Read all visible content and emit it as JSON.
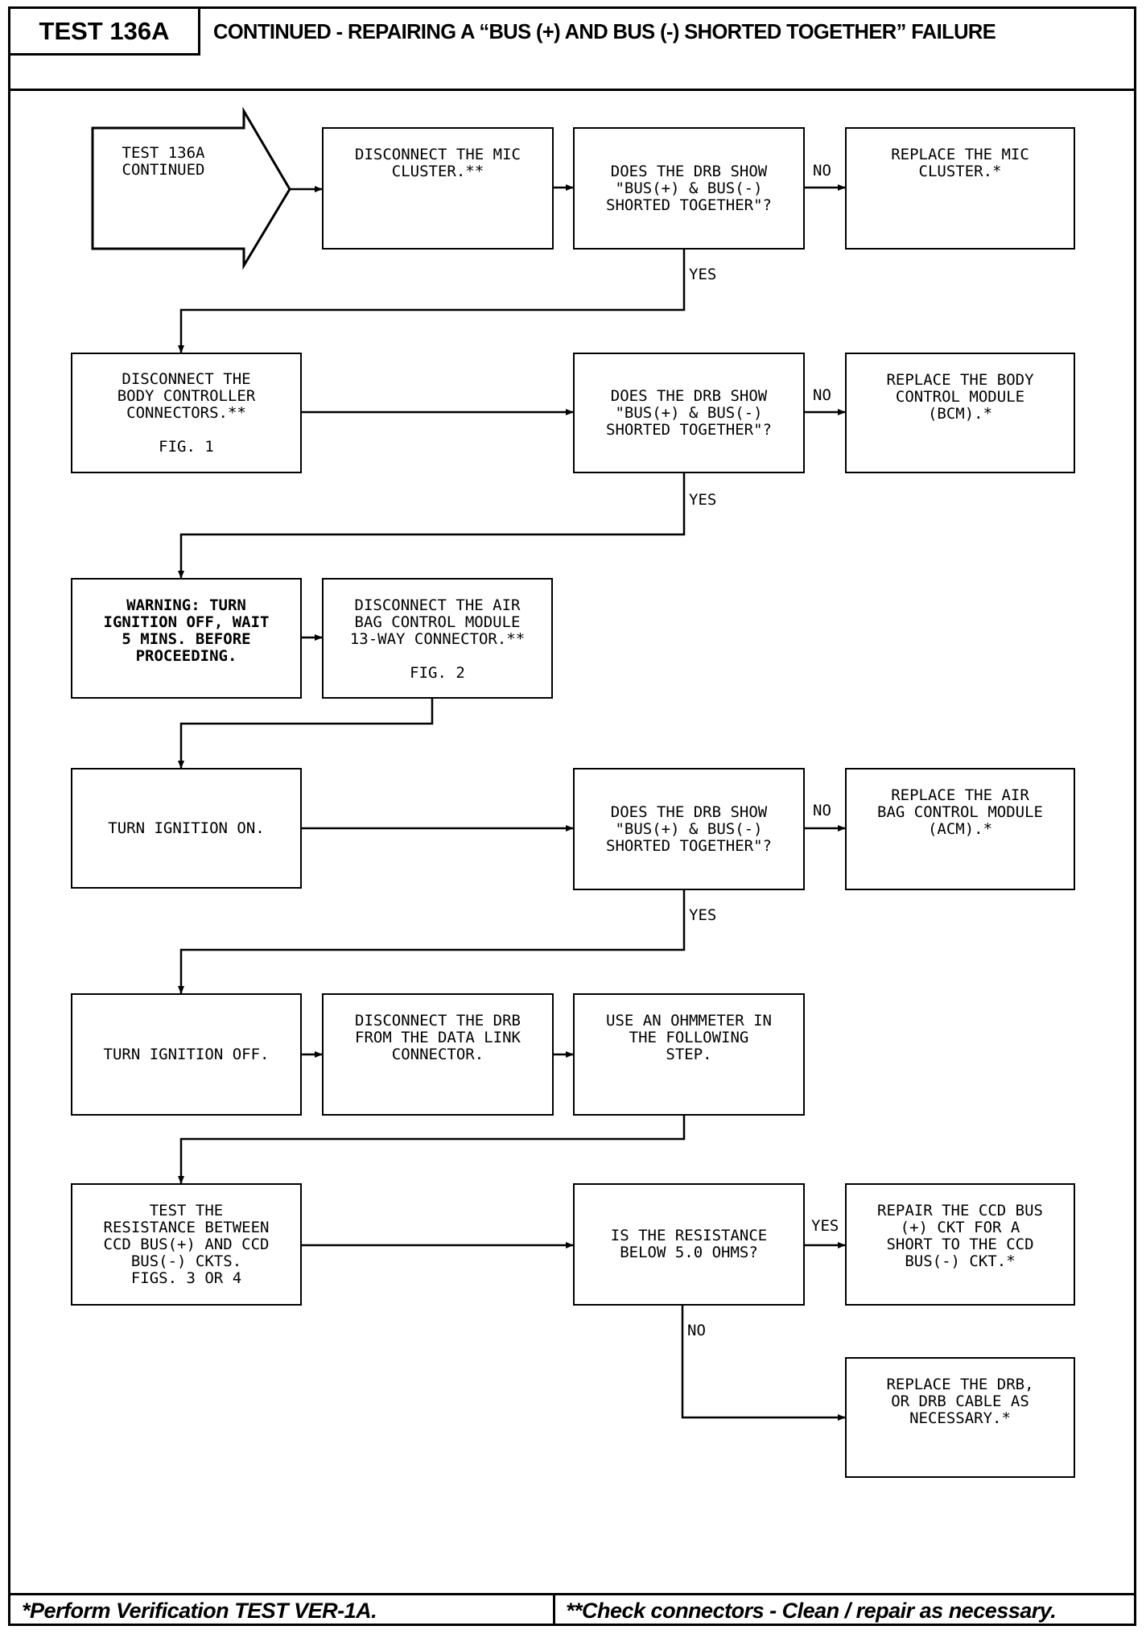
{
  "header": {
    "test_id": "TEST 136A",
    "title": "CONTINUED - REPAIRING A “BUS (+) AND BUS (-) SHORTED TOGETHER” FAILURE"
  },
  "flow": {
    "start": "TEST 136A\nCONTINUED",
    "disconnect_mic": "DISCONNECT THE MIC\nCLUSTER.**",
    "q1": "DOES THE DRB SHOW\n\"BUS(+) & BUS(-)\nSHORTED TOGETHER\"?",
    "replace_mic": "REPLACE THE MIC\nCLUSTER.*",
    "disconnect_bcm": "DISCONNECT THE\nBODY CONTROLLER\nCONNECTORS.**\n\nFIG. 1",
    "q2": "DOES THE DRB SHOW\n\"BUS(+) & BUS(-)\nSHORTED TOGETHER\"?",
    "replace_bcm": "REPLACE THE BODY\nCONTROL MODULE\n(BCM).*",
    "warning": "WARNING: TURN\nIGNITION OFF, WAIT\n5 MINS. BEFORE\nPROCEEDING.",
    "disconnect_acm": "DISCONNECT THE AIR\nBAG CONTROL MODULE\n13-WAY CONNECTOR.**\n\nFIG. 2",
    "ign_on": "TURN IGNITION ON.",
    "q3": "DOES THE DRB SHOW\n\"BUS(+) & BUS(-)\nSHORTED TOGETHER\"?",
    "replace_acm": "REPLACE THE AIR\nBAG CONTROL MODULE\n(ACM).*",
    "ign_off": "TURN IGNITION OFF.",
    "disconnect_drb": "DISCONNECT THE DRB\nFROM THE DATA LINK\nCONNECTOR.",
    "ohmmeter": "USE AN OHMMETER IN\nTHE FOLLOWING\nSTEP.",
    "test_resistance": "TEST THE\nRESISTANCE BETWEEN\nCCD BUS(+) AND CCD\nBUS(-) CKTS.\nFIGS. 3 OR 4",
    "q4": "IS THE RESISTANCE\nBELOW 5.0 OHMS?",
    "repair_ccd": "REPAIR THE CCD BUS\n(+) CKT FOR A\nSHORT TO THE CCD\nBUS(-) CKT.*",
    "replace_drb": "REPLACE THE DRB,\nOR DRB CABLE AS\nNECESSARY.*",
    "labels": {
      "no1": "NO",
      "yes1": "YES",
      "no2": "NO",
      "yes2": "YES",
      "no3": "NO",
      "yes3": "YES",
      "yes4": "YES",
      "no4": "NO"
    }
  },
  "footer": {
    "left": "*Perform Verification TEST VER-1A.",
    "right": "**Check connectors - Clean / repair as necessary."
  }
}
